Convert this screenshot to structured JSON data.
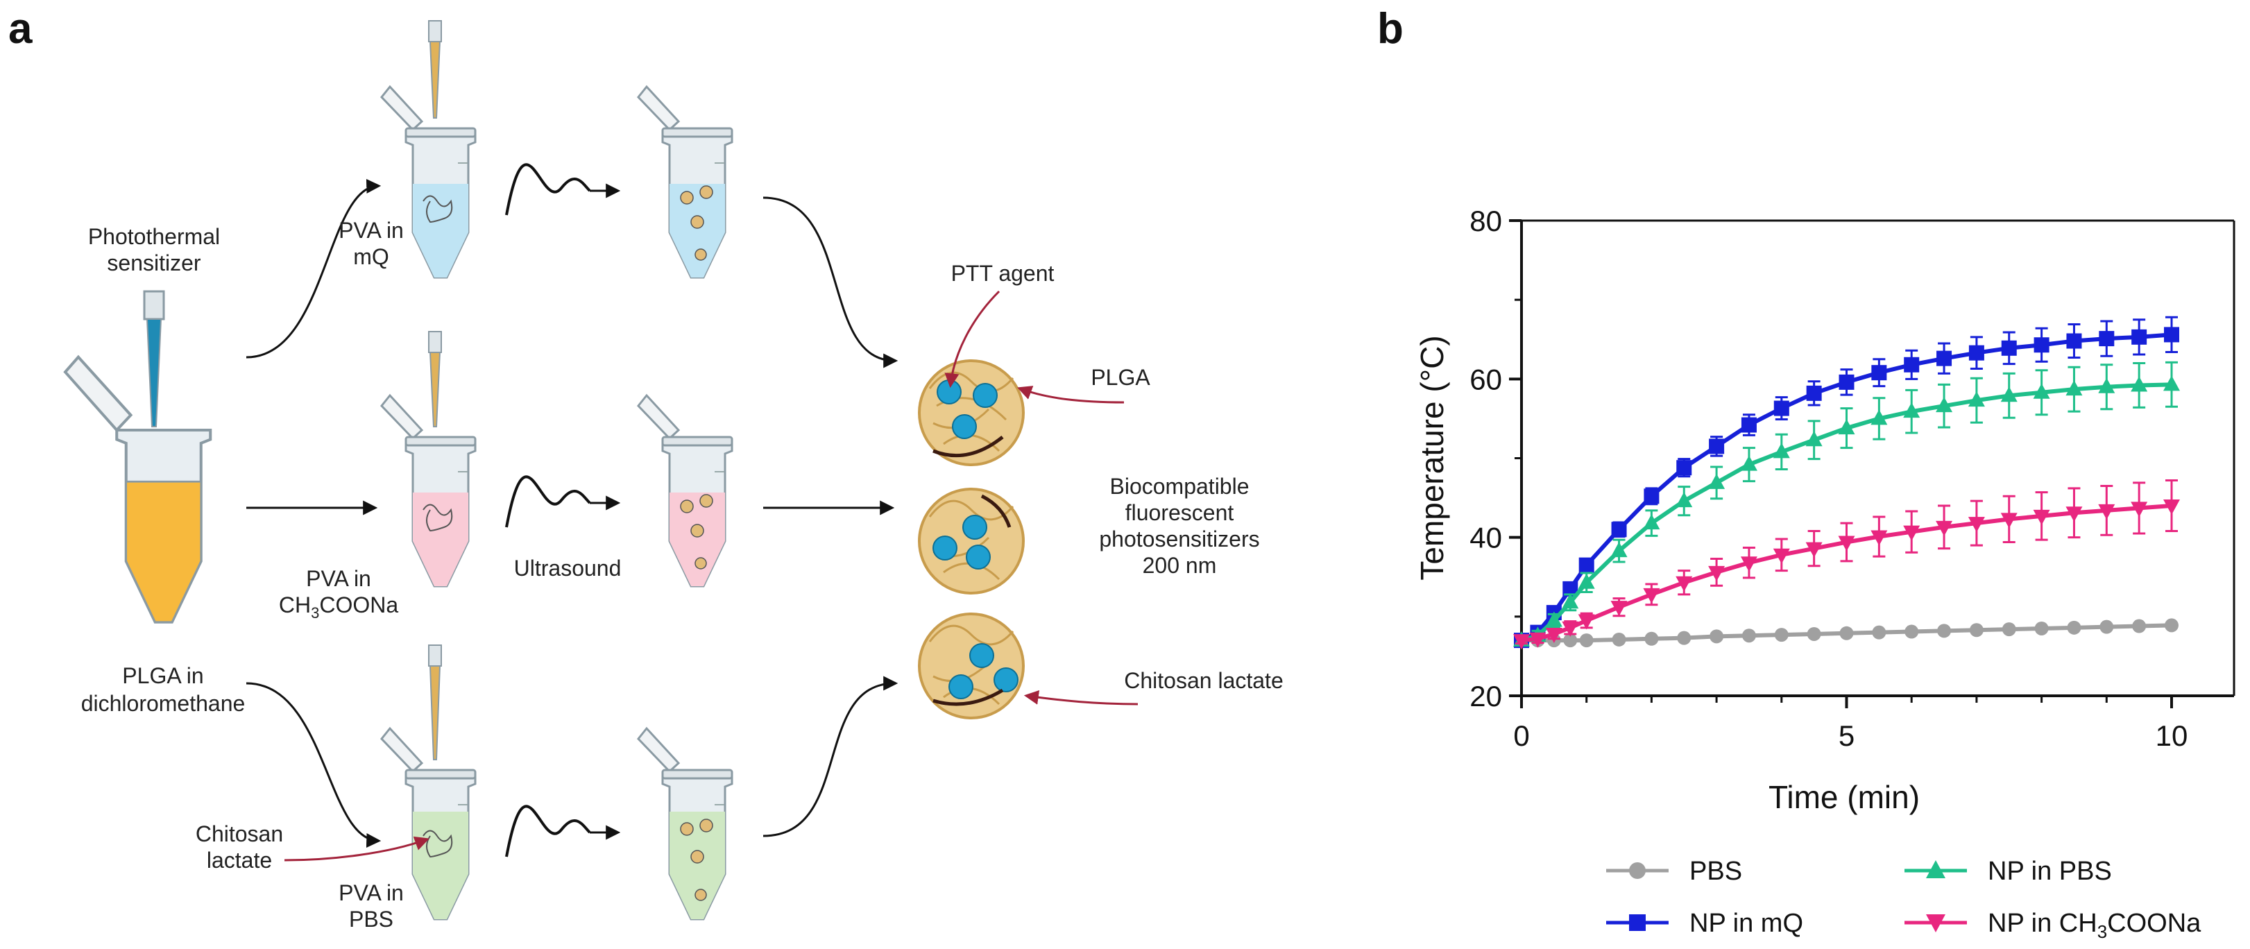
{
  "panel_a": {
    "letter": "a",
    "photothermal_line1": "Photothermal",
    "photothermal_line2": "sensitizer",
    "plga_line1": "PLGA in",
    "plga_line2": "dichloromethane",
    "tube_top_line1": "PVA in",
    "tube_top_line2": "mQ",
    "tube_mid_line1": "PVA in",
    "tube_mid_line2_main": "CH",
    "tube_mid_line2_sub": "3",
    "tube_mid_line2_end": "COONa",
    "tube_bot_line1": "PVA in",
    "tube_bot_line2": "PBS",
    "chitosan_left_line1": "Chitosan",
    "chitosan_left_line2": "lactate",
    "ultrasound": "Ultrasound",
    "ptt_agent": "PTT agent",
    "plga": "PLGA",
    "bio_line1": "Biocompatible",
    "bio_line2": "fluorescent",
    "bio_line3": "photosensitizers",
    "bio_line4": "200 nm",
    "chitosan_right": "Chitosan lactate",
    "colors": {
      "mq_liquid": "#bfe4f4",
      "ch3coona_liquid": "#f9cbd6",
      "pbs_liquid": "#cfe8c3",
      "plga_liquid": "#f7b93d",
      "particle": "#e2bc78",
      "dot": "#1e9fd0",
      "arrow_red": "#a3233b"
    }
  },
  "panel_b": {
    "letter": "b"
  },
  "chart_data": {
    "type": "line",
    "xlabel": "Time (min)",
    "ylabel": "Temperature (°C)",
    "xlim": [
      0,
      10
    ],
    "ylim": [
      20,
      80
    ],
    "xticks": [
      "0",
      "5",
      "10"
    ],
    "yticks": [
      "20",
      "40",
      "60",
      "80"
    ],
    "x": [
      0,
      0.25,
      0.5,
      0.75,
      1,
      1.5,
      2,
      2.5,
      3,
      3.5,
      4,
      4.5,
      5,
      5.5,
      6,
      6.5,
      7,
      7.5,
      8,
      8.5,
      9,
      9.5,
      10
    ],
    "series": [
      {
        "name": "PBS",
        "color": "#a0a0a0",
        "marker": "circle",
        "values": [
          27,
          27,
          27,
          27,
          27,
          27.1,
          27.2,
          27.3,
          27.5,
          27.6,
          27.7,
          27.8,
          27.9,
          28.0,
          28.1,
          28.2,
          28.3,
          28.4,
          28.5,
          28.6,
          28.7,
          28.8,
          28.9
        ],
        "errors": [
          0.3,
          0.3,
          0.3,
          0.3,
          0.3,
          0.3,
          0.3,
          0.3,
          0.3,
          0.3,
          0.3,
          0.3,
          0.3,
          0.3,
          0.3,
          0.3,
          0.3,
          0.3,
          0.3,
          0.3,
          0.3,
          0.3,
          0.3
        ]
      },
      {
        "name": "NP in mQ",
        "color": "#1620d8",
        "marker": "square",
        "values": [
          27,
          28,
          30.5,
          33.5,
          36.5,
          41,
          45.2,
          48.8,
          51.5,
          54.2,
          56.3,
          58.2,
          59.6,
          60.8,
          61.8,
          62.6,
          63.3,
          63.9,
          64.3,
          64.8,
          65.1,
          65.3,
          65.6
        ],
        "errors": [
          0.4,
          0.5,
          0.6,
          0.7,
          0.8,
          0.9,
          1.0,
          1.1,
          1.2,
          1.3,
          1.4,
          1.5,
          1.6,
          1.7,
          1.8,
          1.9,
          2.0,
          2.0,
          2.1,
          2.1,
          2.2,
          2.2,
          2.2
        ]
      },
      {
        "name": "NP in PBS",
        "color": "#1fbf8a",
        "marker": "triangle-up",
        "values": [
          27,
          27.6,
          29.5,
          31.8,
          34.3,
          38.3,
          41.8,
          44.6,
          46.9,
          49.2,
          50.8,
          52.3,
          53.8,
          55.0,
          55.9,
          56.6,
          57.3,
          57.9,
          58.3,
          58.7,
          59.0,
          59.2,
          59.3
        ],
        "errors": [
          0.4,
          0.6,
          0.8,
          1.0,
          1.2,
          1.4,
          1.6,
          1.8,
          2.0,
          2.1,
          2.2,
          2.4,
          2.5,
          2.6,
          2.7,
          2.7,
          2.8,
          2.8,
          2.8,
          2.8,
          2.8,
          2.8,
          2.8
        ]
      },
      {
        "name": "NP in CH3COONa",
        "color": "#e8267f",
        "marker": "triangle-down",
        "values": [
          27,
          27.2,
          27.8,
          28.6,
          29.5,
          31.2,
          32.8,
          34.3,
          35.6,
          36.8,
          37.8,
          38.6,
          39.4,
          40.1,
          40.7,
          41.3,
          41.8,
          42.3,
          42.7,
          43.1,
          43.4,
          43.7,
          44.0
        ],
        "errors": [
          0.4,
          0.5,
          0.6,
          0.8,
          0.9,
          1.1,
          1.3,
          1.5,
          1.7,
          1.9,
          2.0,
          2.2,
          2.4,
          2.5,
          2.6,
          2.7,
          2.8,
          2.9,
          3.0,
          3.1,
          3.1,
          3.2,
          3.2
        ]
      }
    ],
    "legend": {
      "pbs": "PBS",
      "np_mq": "NP in mQ",
      "np_pbs": "NP in PBS",
      "np_ch_main": "NP in CH",
      "np_ch_sub": "3",
      "np_ch_end": "COONa"
    }
  }
}
